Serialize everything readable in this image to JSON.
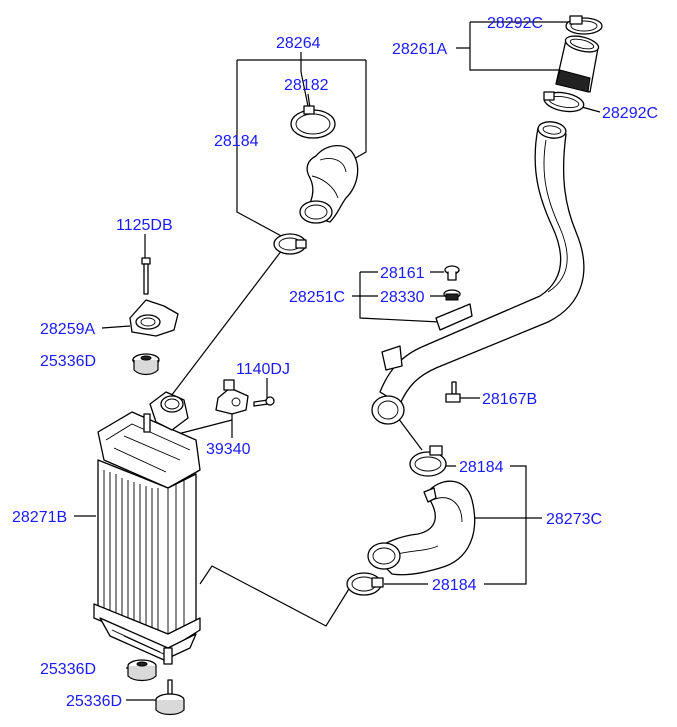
{
  "labels": {
    "p28264": "28264",
    "p28182": "28182",
    "p28184_top": "28184",
    "p28292C_top": "28292C",
    "p28261A": "28261A",
    "p28292C_mid": "28292C",
    "p1125DB": "1125DB",
    "p28161": "28161",
    "p28251C": "28251C",
    "p28330": "28330",
    "p28259A": "28259A",
    "p25336D_top": "25336D",
    "p1140DJ": "1140DJ",
    "p28167B": "28167B",
    "p39340": "39340",
    "p28184_mid": "28184",
    "p28271B": "28271B",
    "p28273C": "28273C",
    "p28184_low": "28184",
    "p25336D_low": "25336D",
    "p25336D_bot": "25336D"
  }
}
